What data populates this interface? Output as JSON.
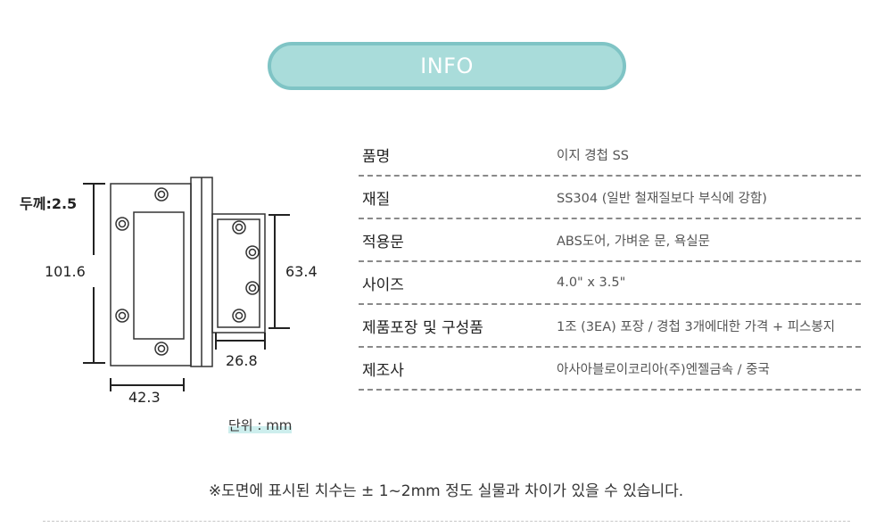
{
  "header": {
    "title": "INFO"
  },
  "diagram": {
    "thickness": "두께:2.5",
    "height_left": "101.6",
    "height_right": "63.4",
    "width_right": "26.8",
    "width_left": "42.3",
    "unit": "단위 : mm"
  },
  "specs": [
    {
      "key": "품명",
      "value": "이지 경첩 SS"
    },
    {
      "key": "재질",
      "value": "SS304 (일반 철재질보다 부식에 강함)"
    },
    {
      "key": "적용문",
      "value": "ABS도어, 가벼운 문, 욕실문"
    },
    {
      "key": "사이즈",
      "value": "4.0\" x 3.5\""
    },
    {
      "key": "제품포장 및 구성품",
      "value": "1조 (3EA) 포장 / 경첩 3개에대한  가격 + 피스봉지"
    },
    {
      "key": "제조사",
      "value": "아사아블로이코리아(주)엔젤금속 / 중국"
    }
  ],
  "footer": {
    "note": "※도면에 표시된 치수는 ± 1~2mm 정도 실물과 차이가 있을 수 있습니다."
  },
  "colors": {
    "pill_fill": "#a9dcda",
    "pill_border": "#7fc4c5",
    "unit_highlight": "#cdeeed"
  }
}
